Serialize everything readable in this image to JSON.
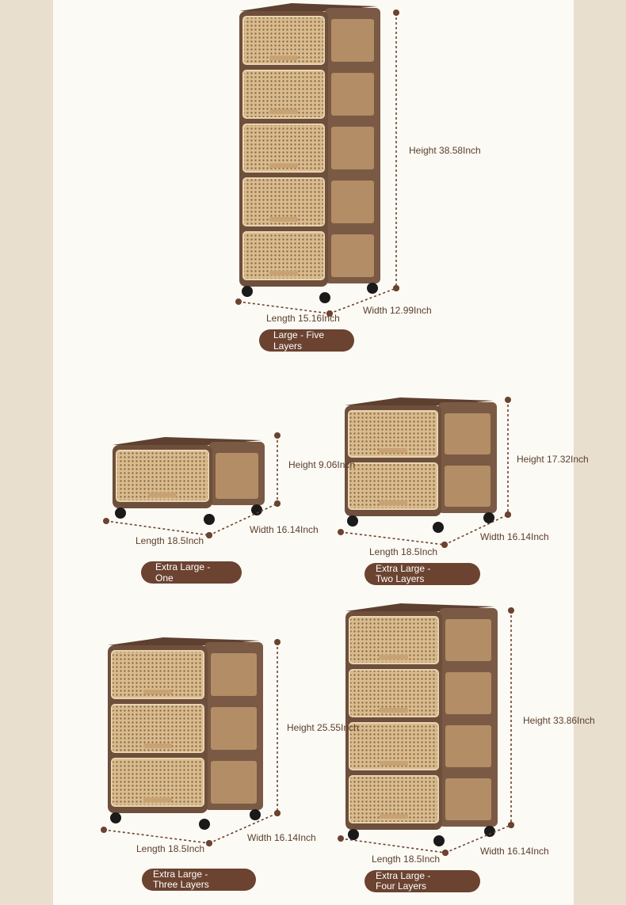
{
  "colors": {
    "frame": "#7a5a44",
    "rattan": "#d8b98a",
    "accent": "#6b4330",
    "background": "#fcfaf5"
  },
  "products": [
    {
      "name": "Large - Five Layers",
      "height": "Height 38.58Inch",
      "length": "Length 15.16Inch",
      "width": "Width 12.99Inch"
    },
    {
      "name": "Extra Large - One",
      "height": "Height 9.06Inch",
      "length": "Length 18.5Inch",
      "width": "Width 16.14Inch"
    },
    {
      "name_line1": "Extra Large -",
      "name_line2": "Two Layers",
      "height": "Height 17.32Inch",
      "length": "Length 18.5Inch",
      "width": "Width 16.14Inch"
    },
    {
      "name_line1": "Extra Large -",
      "name_line2": "Three Layers",
      "height": "Height 25.55Inch",
      "length": "Length 18.5Inch",
      "width": "Width 16.14Inch"
    },
    {
      "name_line1": "Extra Large -",
      "name_line2": "Four Layers",
      "height": "Height 33.86Inch",
      "length": "Length 18.5Inch",
      "width": "Width 16.14Inch"
    }
  ]
}
